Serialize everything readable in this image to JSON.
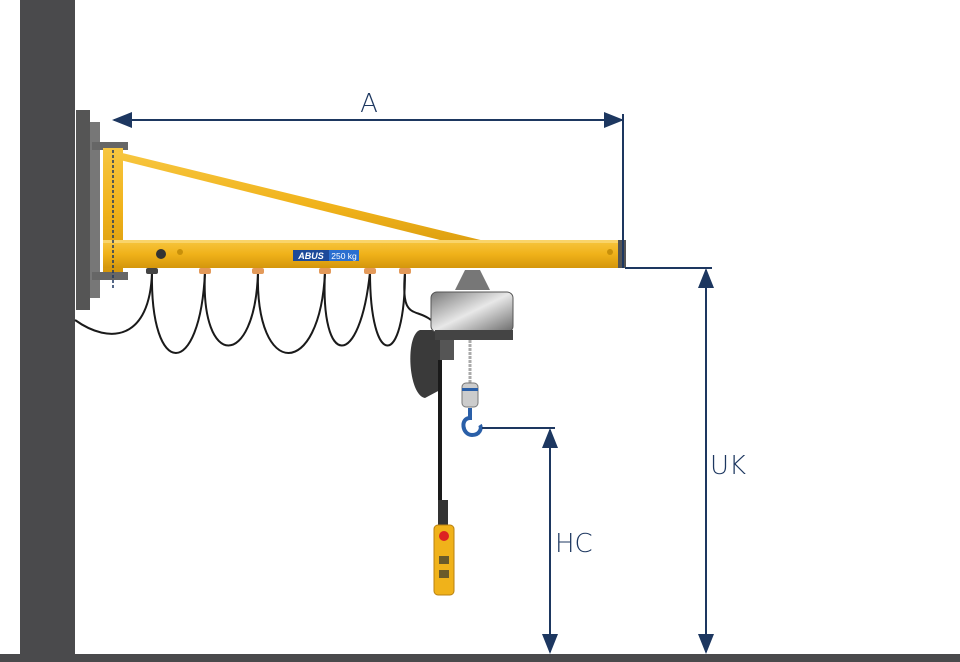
{
  "title": "Wall-mounted jib crane dimension diagram",
  "labels": {
    "span": "A",
    "height_under_arm": "UK",
    "hook_height": "HC"
  },
  "nameplate": {
    "brand": "ABUS",
    "capacity": "250 kg"
  },
  "colors": {
    "wall": "#4a4a4c",
    "crane": "#f0b21a",
    "dimension": "#1d3760",
    "hook": "#2a5fa8"
  }
}
